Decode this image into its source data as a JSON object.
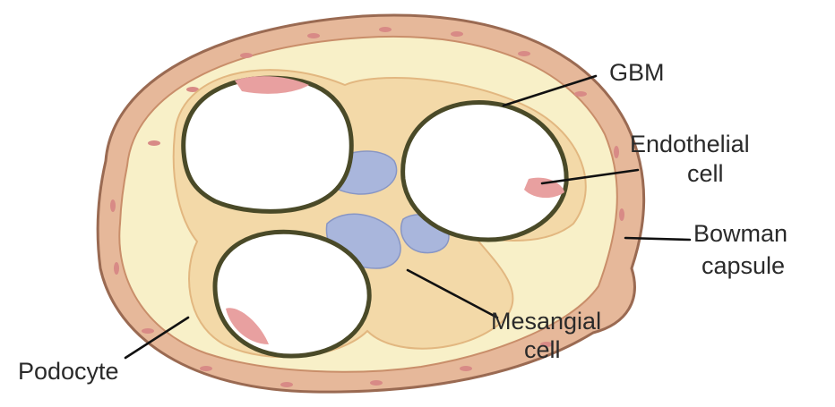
{
  "labels": {
    "gbm": "GBM",
    "endothelial_line1": "Endothelial",
    "endothelial_line2": "cell",
    "bowman_line1": "Bowman",
    "bowman_line2": "capsule",
    "mesangial_line1": "Mesangial",
    "mesangial_line2": "cell",
    "podocyte": "Podocyte"
  },
  "colors": {
    "background": "#ffffff",
    "capsule_wall": "#e6b89a",
    "capsule_outline": "#9a6a52",
    "capsule_dots": "#d88a86",
    "bowman_space": "#f8f0c8",
    "podocyte_tissue": "#f3d9a8",
    "capillary_lumen": "#ffffff",
    "gbm": "#4a4a28",
    "endothelial": "#e8a0a0",
    "mesangial": "#a9b6dc",
    "leader_line": "#111111"
  }
}
